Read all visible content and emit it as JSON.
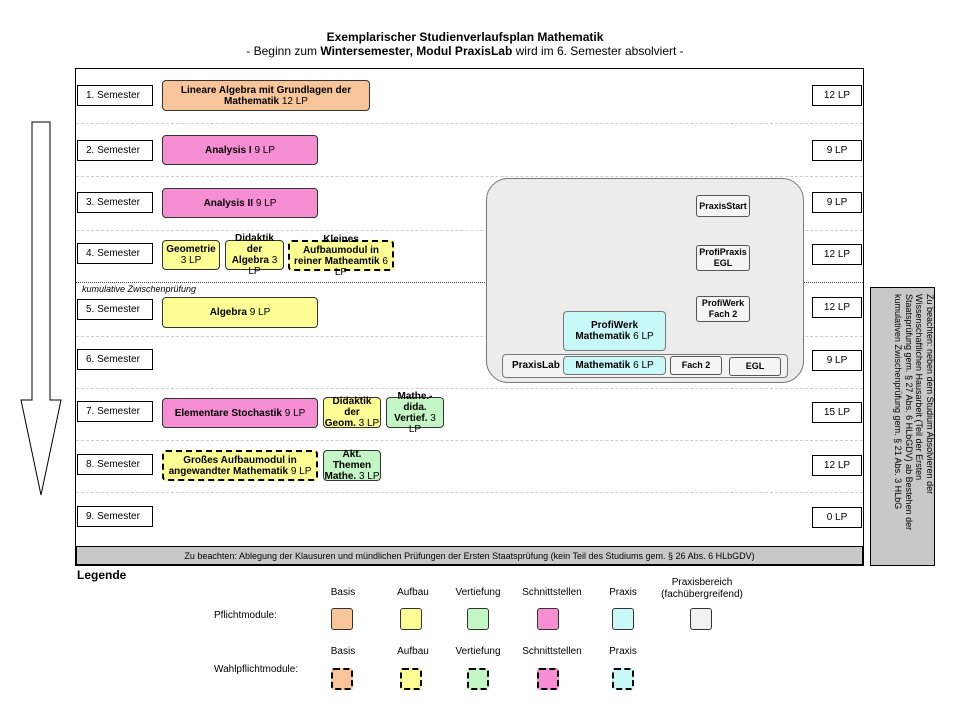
{
  "title": "Exemplarischer Studienverlaufsplan Mathematik",
  "subtitle": {
    "pre": "- Beginn zum ",
    "bold1": "Wintersemester, Modul PraxisLab",
    "post": " wird im 6. Semester absolviert -"
  },
  "semesters": [
    {
      "label": "1. Semester",
      "lp": "12 LP"
    },
    {
      "label": "2. Semester",
      "lp": "9 LP"
    },
    {
      "label": "3. Semester",
      "lp": "9 LP"
    },
    {
      "label": "4. Semester",
      "lp": "12 LP"
    },
    {
      "label": "5. Semester",
      "lp": "12 LP"
    },
    {
      "label": "6. Semester",
      "lp": "9 LP"
    },
    {
      "label": "7. Semester",
      "lp": "15 LP"
    },
    {
      "label": "8. Semester",
      "lp": "12 LP"
    },
    {
      "label": "9. Semester",
      "lp": "0 LP"
    }
  ],
  "zwischenpruefung": "kumulative Zwischenprüfung",
  "modules": {
    "lineare_algebra": {
      "name": "Lineare Algebra mit Grundlagen der Mathematik",
      "name1": "Lineare Algebra mit Grundlagen der",
      "name2": "Mathematik",
      "lp": "12 LP",
      "category": "Basis"
    },
    "analysis1": {
      "name": "Analysis I",
      "lp": "9 LP",
      "category": "Schnittstellen"
    },
    "analysis2": {
      "name": "Analysis II",
      "lp": "9 LP",
      "category": "Schnittstellen"
    },
    "geometrie": {
      "name": "Geometrie",
      "lp": "3 LP",
      "category": "Aufbau"
    },
    "didaktik_algebra": {
      "name1": "Didaktik der",
      "name2": "Algebra",
      "lp": "3 LP",
      "category": "Aufbau"
    },
    "kleines_aufbaumodul": {
      "name1": "Kleines Aufbaumodul in",
      "name2": "reiner Matheamtik",
      "lp": "6 LP",
      "category": "Aufbau (Wahlpflicht)"
    },
    "algebra": {
      "name": "Algebra",
      "lp": "9 LP",
      "category": "Aufbau"
    },
    "elementare_stochastik": {
      "name": "Elementare Stochastik",
      "lp": "9 LP",
      "category": "Schnittstellen"
    },
    "didaktik_geom": {
      "name1": "Didaktik der",
      "name2": "Geom.",
      "lp": "3 LP",
      "category": "Aufbau"
    },
    "mathe_dida": {
      "name1": "Mathe.-dida.",
      "name2": "Vertief.",
      "lp": "3 LP",
      "category": "Vertiefung"
    },
    "grosses_aufbaumodul": {
      "name1": "Großes Aufbaumodul in",
      "name2": "angewandter Mathematik",
      "lp": "9 LP",
      "category": "Aufbau (Wahlpflicht)"
    },
    "akt_themen": {
      "name1": "Akt. Themen",
      "name2": "Mathe.",
      "lp": "3 LP",
      "category": "Vertiefung"
    }
  },
  "praxis": {
    "praxisstart": "PraxisStart",
    "profipraxis": {
      "line1": "ProfiPraxis",
      "line2": "EGL"
    },
    "profiwerk_fach2": {
      "line1": "ProfiWerk",
      "line2": "Fach 2"
    },
    "profiwerk_mathe": {
      "line1": "ProfiWerk",
      "line2": "Mathematik",
      "lp": "6 LP"
    },
    "praxislab": {
      "label": "PraxisLab",
      "mathe": "Mathematik",
      "mathe_lp": "6 LP",
      "fach2": "Fach 2",
      "egl": "EGL"
    }
  },
  "note_bottom": "Zu beachten: Ablegung der Klausuren und mündlichen Prüfungen der Ersten Staatsprüfung (kein Teil des Studiums gem. § 26 Abs. 6 HLbGDV)",
  "note_side": "Zu beachten: neben dem Studium Absolvieren der Wissenschaftlichen Hausarbeit (Teil der Ersten Staatsprüfung gem. § 27 Abs. 6 HLbGDV) ab Bestehen der kumulativen Zwischenprüfung gem. § 21 Abs. 3 HLbG",
  "legend": {
    "heading": "Legende",
    "columns": [
      "Basis",
      "Aufbau",
      "Vertiefung",
      "Schnittstellen",
      "Praxis",
      "Praxisbereich (fachübergreifend)"
    ],
    "pb1": "Praxisbereich",
    "pb2": "(fachübergreifend)",
    "row1": "Pflichtmodule:",
    "row2": "Wahlpflichtmodule:",
    "colors": {
      "Basis": "#f8c49a",
      "Aufbau": "#fdfd96",
      "Vertiefung": "#c4f5c4",
      "Schnittstellen": "#f58ed3",
      "Praxis": "#c8f8f8",
      "Praxisbereich": "#f2f2f2"
    }
  }
}
